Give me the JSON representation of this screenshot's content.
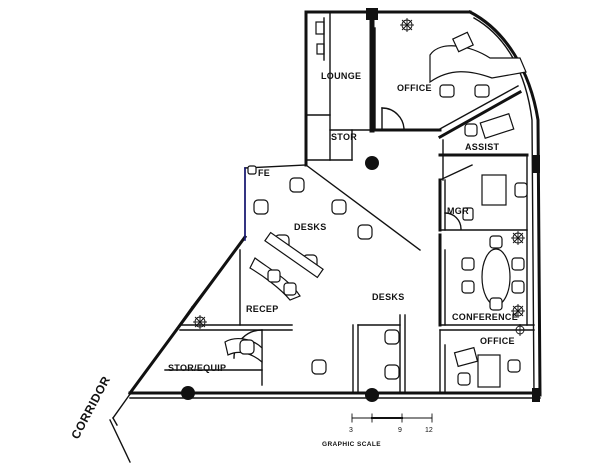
{
  "rooms": {
    "lounge": "LOUNGE",
    "office_top": "OFFICE",
    "stor": "STOR",
    "assist": "ASSIST",
    "desks_upper": "DESKS",
    "mgr": "MGR",
    "recep": "RECEP",
    "desks_center": "DESKS",
    "conference": "CONFERENCE",
    "office_bottom": "OFFICE",
    "stor_equip": "STOR/EQUIP",
    "corridor": "CORRIDOR",
    "fe": "FE"
  },
  "scale": {
    "title": "GRAPHIC SCALE",
    "ticks": [
      "3",
      "9",
      "12"
    ]
  },
  "icons": [
    "plant-icon",
    "chair-icon",
    "column-icon",
    "door-swing-icon"
  ]
}
